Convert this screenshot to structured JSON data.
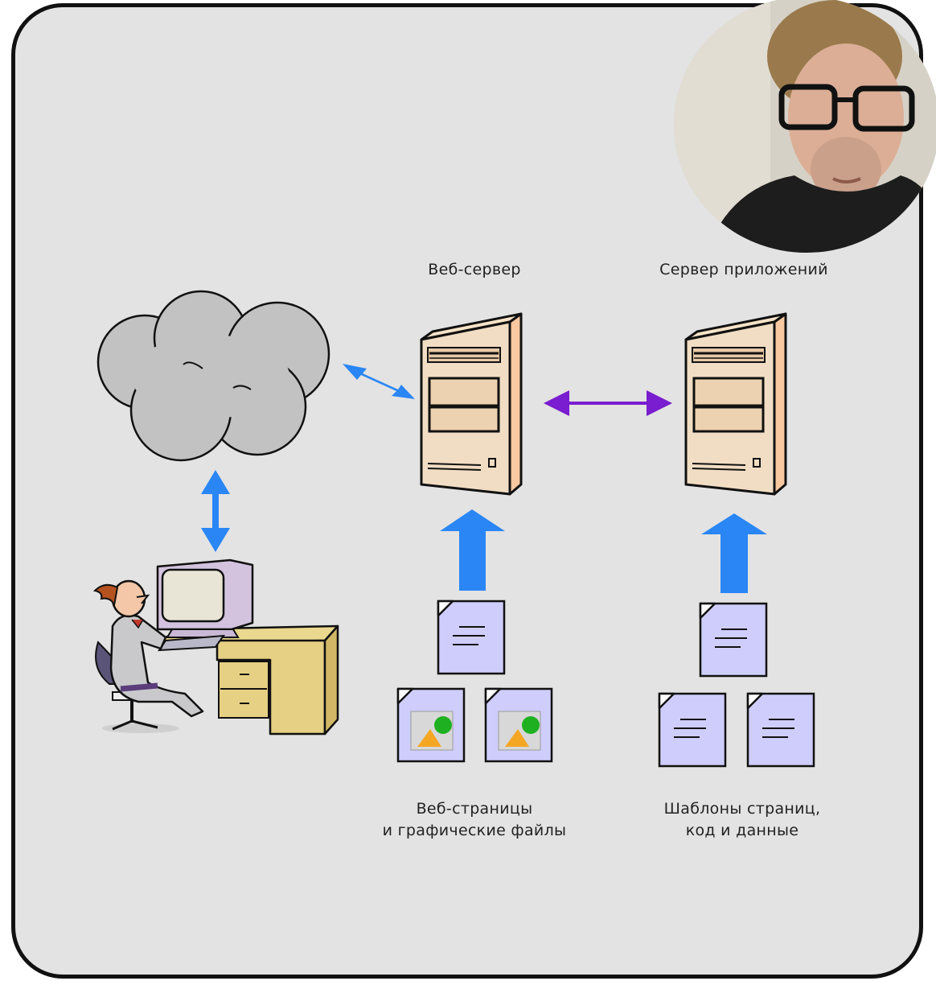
{
  "colors": {
    "background": "#e3e3e3",
    "frame_border": "#111111",
    "arrow_blue": "#2a86f5",
    "arrow_purple": "#7a1ccf",
    "server_face": "#f1ddc3",
    "server_side": "#f8c8a0",
    "document_fill": "#cfcdfb",
    "cloud_fill": "#c2c2c2"
  },
  "labels": {
    "web_server": "Веб-сервер",
    "app_server": "Сервер приложений",
    "web_files_line1": "Веб-страницы",
    "web_files_line2": "и графические файлы",
    "app_files_line1": "Шаблоны страниц,",
    "app_files_line2": "код и данные"
  },
  "icons": {
    "cloud": "cloud-icon",
    "user": "user-at-computer-icon",
    "web_server": "server-tower-icon",
    "app_server": "server-tower-icon",
    "document": "document-icon",
    "image_file": "image-file-icon",
    "webcam": "presenter-webcam"
  }
}
